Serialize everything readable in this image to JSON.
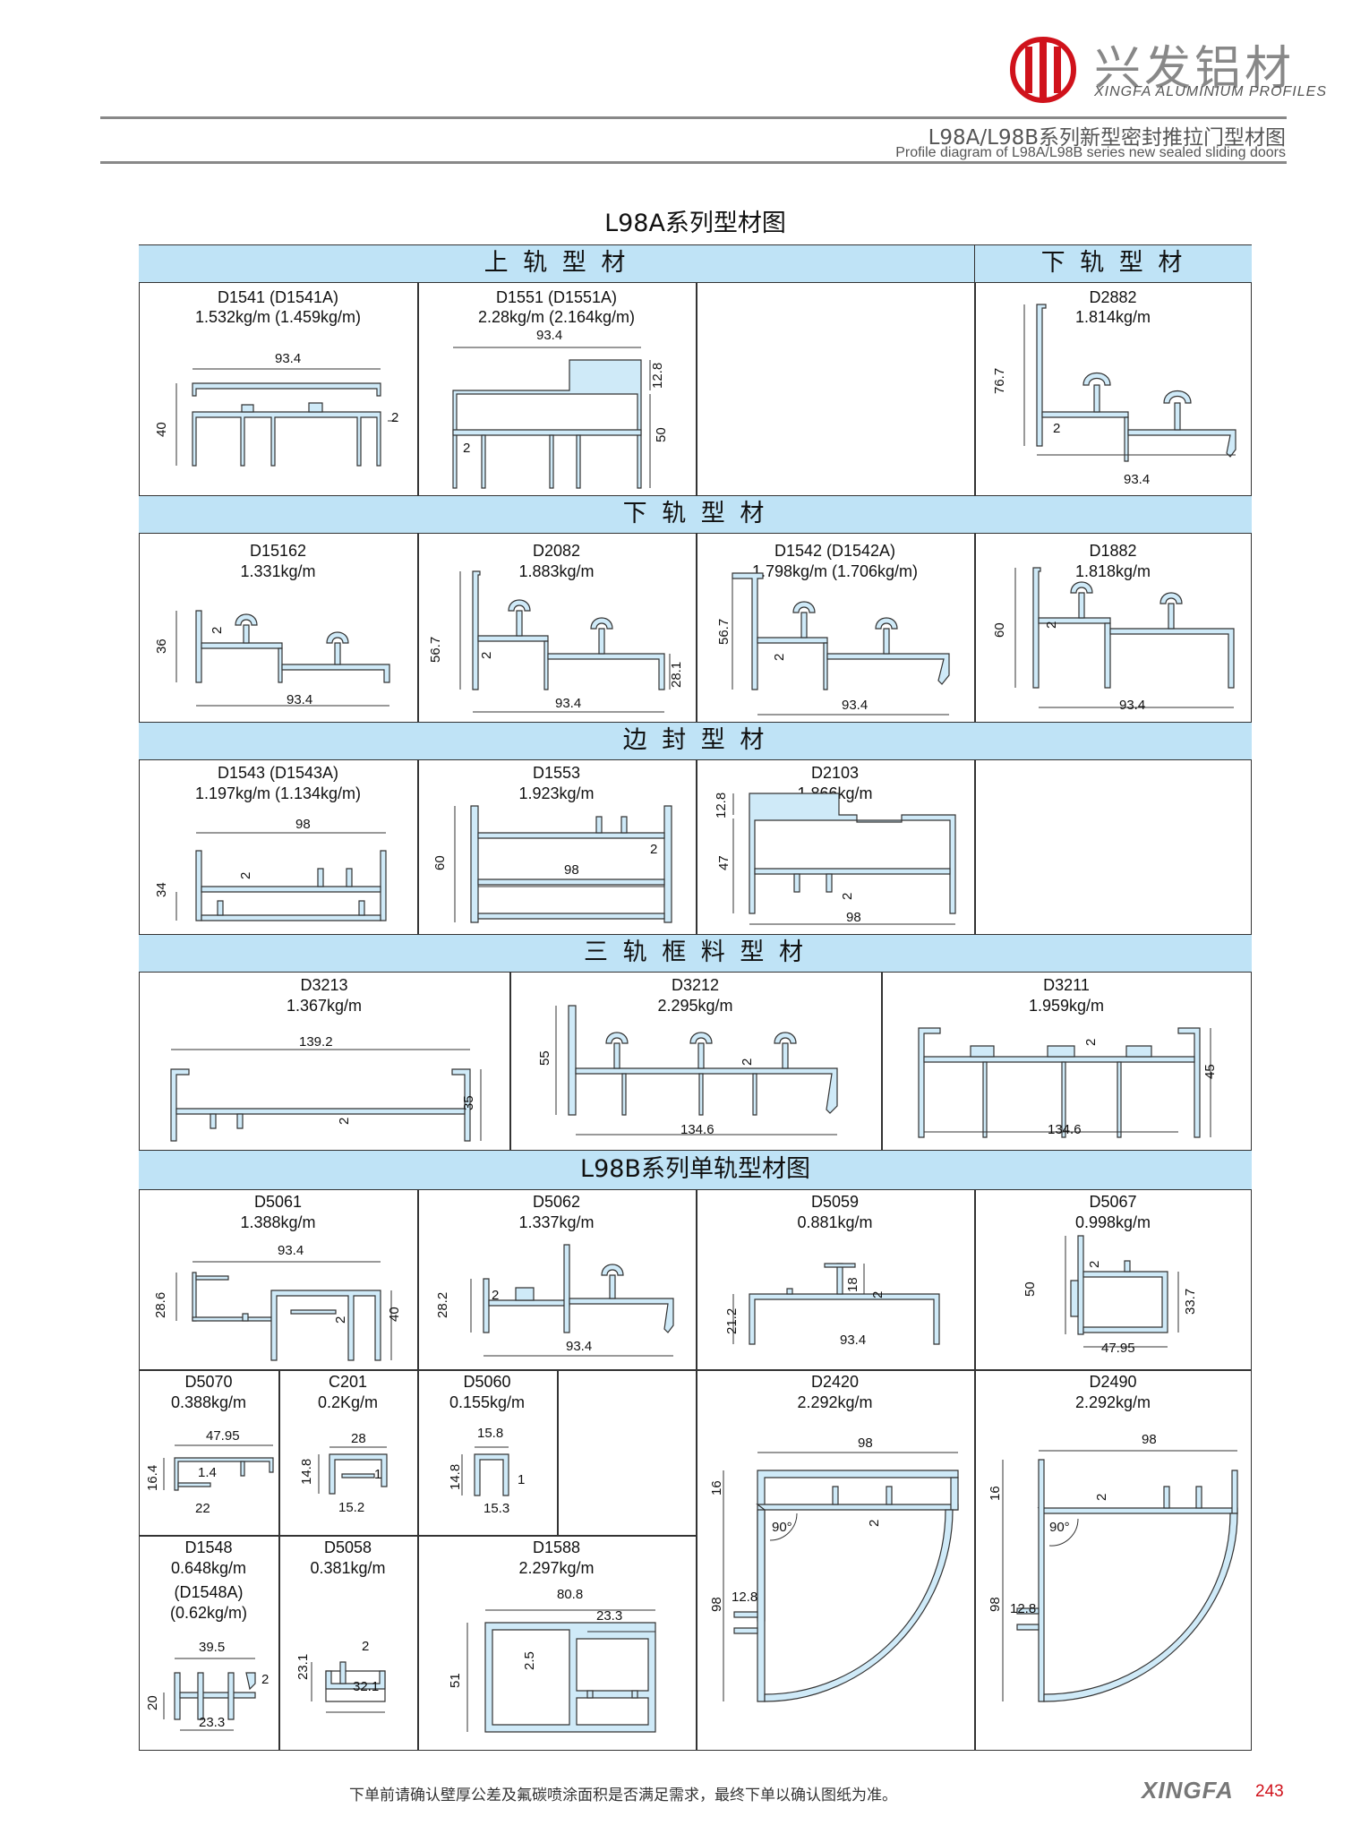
{
  "header": {
    "brand_cn": "兴发铝材",
    "brand_en": "XINGFA ALUMINIUM PROFILES",
    "title_cn": "L98A/L98B系列新型密封推拉门型材图",
    "title_en": "Profile diagram of L98A/L98B series new sealed sliding doors"
  },
  "bands": {
    "series_a": "L98A系列型材图",
    "upper_rail": "上 轨 型 材",
    "lower_rail_right": "下 轨 型 材",
    "lower_rail": "下 轨 型 材",
    "side_seal": "边 封 型 材",
    "three_rail": "三 轨 框 料 型 材",
    "series_b": "L98B系列单轨型材图"
  },
  "profiles": {
    "d1541": {
      "code": "D1541 (D1541A)",
      "weight": "1.532kg/m (1.459kg/m)",
      "w": "93.4",
      "h": "40",
      "t": "2"
    },
    "d1551": {
      "code": "D1551 (D1551A)",
      "weight": "2.28kg/m (2.164kg/m)",
      "w": "93.4",
      "h": "50",
      "h2": "12.8",
      "t": "2"
    },
    "d2882": {
      "code": "D2882",
      "weight": "1.814kg/m",
      "w": "93.4",
      "h": "76.7",
      "t": "2"
    },
    "d15162": {
      "code": "D15162",
      "weight": "1.331kg/m",
      "w": "93.4",
      "h": "36",
      "t": "2"
    },
    "d2082": {
      "code": "D2082",
      "weight": "1.883kg/m",
      "w": "93.4",
      "h": "56.7",
      "h2": "28.1",
      "t": "2"
    },
    "d1542": {
      "code": "D1542 (D1542A)",
      "weight": "1.798kg/m (1.706kg/m)",
      "w": "93.4",
      "h": "56.7",
      "t": "2"
    },
    "d1882": {
      "code": "D1882",
      "weight": "1.818kg/m",
      "w": "93.4",
      "h": "60",
      "t": "2"
    },
    "d1543": {
      "code": "D1543 (D1543A)",
      "weight": "1.197kg/m (1.134kg/m)",
      "w": "98",
      "h": "34",
      "t": "2"
    },
    "d1553": {
      "code": "D1553",
      "weight": "1.923kg/m",
      "w": "98",
      "h": "60",
      "t": "2"
    },
    "d2103": {
      "code": "D2103",
      "weight": "1.866kg/m",
      "w": "98",
      "h": "47",
      "h2": "12.8",
      "t": "2"
    },
    "d3213": {
      "code": "D3213",
      "weight": "1.367kg/m",
      "w": "139.2",
      "h": "35",
      "t": "2"
    },
    "d3212": {
      "code": "D3212",
      "weight": "2.295kg/m",
      "w": "134.6",
      "h": "55",
      "t": "2"
    },
    "d3211": {
      "code": "D3211",
      "weight": "1.959kg/m",
      "w": "134.6",
      "h": "45",
      "t": "2"
    },
    "d5061": {
      "code": "D5061",
      "weight": "1.388kg/m",
      "w": "93.4",
      "h": "28.6",
      "h2": "40",
      "t": "2"
    },
    "d5062": {
      "code": "D5062",
      "weight": "1.337kg/m",
      "w": "93.4",
      "h": "28.2",
      "t": "2"
    },
    "d5059": {
      "code": "D5059",
      "weight": "0.881kg/m",
      "w": "93.4",
      "h": "21.2",
      "h2": "18",
      "t": "2"
    },
    "d5067": {
      "code": "D5067",
      "weight": "0.998kg/m",
      "w": "47.95",
      "h": "50",
      "h2": "33.7",
      "t": "2"
    },
    "d5070": {
      "code": "D5070",
      "weight": "0.388kg/m",
      "w": "47.95",
      "h": "16.4",
      "a": "1.4",
      "b": "22"
    },
    "c201": {
      "code": "C201",
      "weight": "0.2Kg/m",
      "w": "28",
      "h": "14.8",
      "a": "1",
      "b": "15.2"
    },
    "d5060": {
      "code": "D5060",
      "weight": "0.155kg/m",
      "w": "15.8",
      "h": "14.8",
      "a": "1",
      "b": "15.3"
    },
    "d2420": {
      "code": "D2420",
      "weight": "2.292kg/m",
      "w": "98",
      "h": "16",
      "h2": "98",
      "a": "12.8",
      "ang": "90°",
      "t": "2"
    },
    "d2490": {
      "code": "D2490",
      "weight": "2.292kg/m",
      "w": "98",
      "h": "16",
      "h2": "98",
      "a": "12.8",
      "ang": "90°",
      "t": "2"
    },
    "d1548": {
      "code": "D1548",
      "weight": "0.648kg/m",
      "code2": "(D1548A)",
      "weight2": "(0.62kg/m)",
      "w": "39.5",
      "h": "20",
      "b": "23.3",
      "t": "2"
    },
    "d5058": {
      "code": "D5058",
      "weight": "0.381kg/m",
      "h": "23.1",
      "b": "32.1",
      "t": "2"
    },
    "d1588": {
      "code": "D1588",
      "weight": "2.297kg/m",
      "w": "80.8",
      "a": "23.3",
      "h": "51",
      "t": "2.5"
    }
  },
  "footer": {
    "note": "下单前请确认壁厚公差及氟碳喷涂面积是否满足需求，最终下单以确认图纸为准。",
    "brand": "XINGFA",
    "page": "243"
  },
  "colors": {
    "band": "#bfe3f6",
    "profile_fill": "#cfeaf8",
    "logo_red": "#d0121b"
  }
}
